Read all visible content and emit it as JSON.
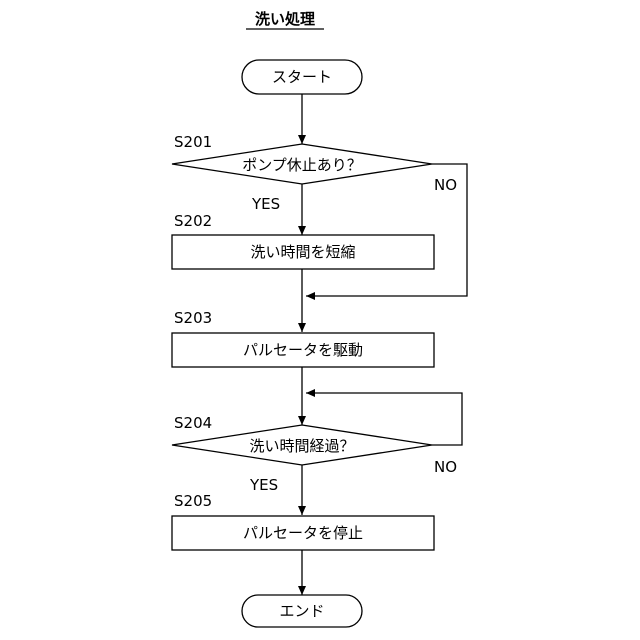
{
  "title": "洗い処理",
  "nodes": {
    "start": "スタート",
    "s201": "ポンプ休止あり？",
    "s202": "洗い時間を短縮",
    "s203": "パルセータを駆動",
    "s204": "洗い時間経過？",
    "s205": "パルセータを停止",
    "end": "エンド"
  },
  "steps": {
    "s201": "S201",
    "s202": "S202",
    "s203": "S203",
    "s204": "S204",
    "s205": "S205"
  },
  "branches": {
    "s201_yes": "YES",
    "s201_no": "NO",
    "s204_yes": "YES",
    "s204_no": "NO"
  }
}
